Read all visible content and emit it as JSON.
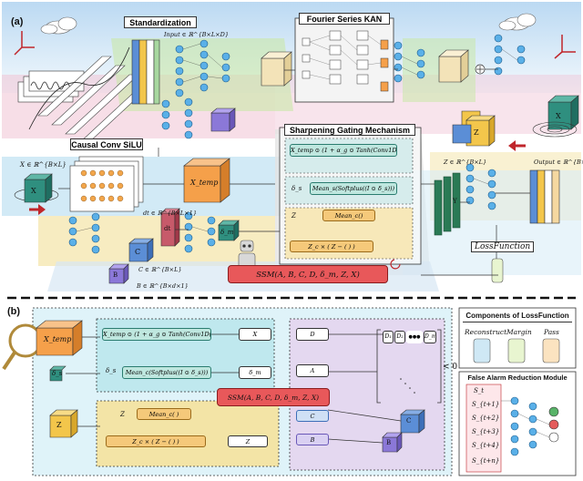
{
  "panel_a": {
    "label": "(a)",
    "standardization": "Standardization",
    "input_label": "Input ∈ ℝ^{B×L×D}",
    "fourier_kan": "Fourier Series KAN",
    "causal_conv": "Causal Conv SiLU",
    "x_in": "X ∈ ℝ^{B×L}",
    "x_cube": "X",
    "x_temp": "X_temp",
    "dt_label": "dt ∈ ℝ^{B×L×1}",
    "dt_cube": "dt",
    "delta_cube": "δ_m",
    "c_label": "C ∈ ℝ^{B×L}",
    "c_cube": "C",
    "b_label": "B ∈ ℝ^{B×d×1}",
    "b_cube": "B",
    "sharpening": "Sharpening Gating Mechanism",
    "formula_top": "X_temp ⊙ (1 + α_g ⊙ Tanh(Conv1D(X)))",
    "formula_mean_softplus": "Mean_s(Softplus((Ι ⊙ δ_s)))",
    "delta_s": "δ_s",
    "z_box": "Z",
    "mean_box": "Mean_c()",
    "formula_z": "Z_c × ( Z − ( ) )",
    "ssm": "SSM(A, B, C, D, δ_m, Z, X)",
    "z_label": "Z ∈ ℝ^{B×L}",
    "output_label": "Output ∈ ℝ^{B×L×1}",
    "loss_function": "LossFunction",
    "x_right": "X",
    "z_right": "Z",
    "y_stack": "Y"
  },
  "panel_b": {
    "label": "(b)",
    "x_temp": "X_temp",
    "delta_s": "δ_s",
    "formula_top": "X_temp ⊙ (1 + α_g ⊙ Tanh(Conv1D(X)))",
    "x_box": "X",
    "formula_mean": "Mean_c(Softplus((Ι ⊙ δ_s)))",
    "delta_m": "δ_m",
    "ssm": "SSM(A, B, C, D, δ_m, Z, X)",
    "z_cube": "Z",
    "mean_box": "Mean_c( )",
    "formula_z": "Z_c × ( Z − ( ) )",
    "z_box": "Z",
    "d_box": "D",
    "a_box": "A",
    "c_box": "C",
    "b_box": "B",
    "c_cube": "C",
    "b_cube": "B",
    "matrix": [
      "D₁",
      "D₂",
      "●●●",
      "D_m"
    ],
    "less_than_zero": "< 0"
  },
  "components": {
    "title": "Components of LossFunction",
    "items": [
      "Reconstruct",
      "Margin",
      "Pass"
    ]
  },
  "false_alarm": {
    "title": "False Alarm Reduction Module",
    "states": [
      "S_t",
      "S_{t+1}",
      "S_{t+2}",
      "S_{t+3}",
      "S_{t+4}",
      "S_{t+n}"
    ]
  },
  "colors": {
    "ssm": "#e8585a",
    "formula": "#bfe7df",
    "panel_b_bg": "#dff3f9",
    "orange_cube": "#f5a04a",
    "teal_cube": "#2f8f7f",
    "yellow_cube": "#f3c64b",
    "blue_cube": "#5b8ed6",
    "purple_cube": "#8b78d8",
    "node_blue": "#5ab0e8"
  }
}
